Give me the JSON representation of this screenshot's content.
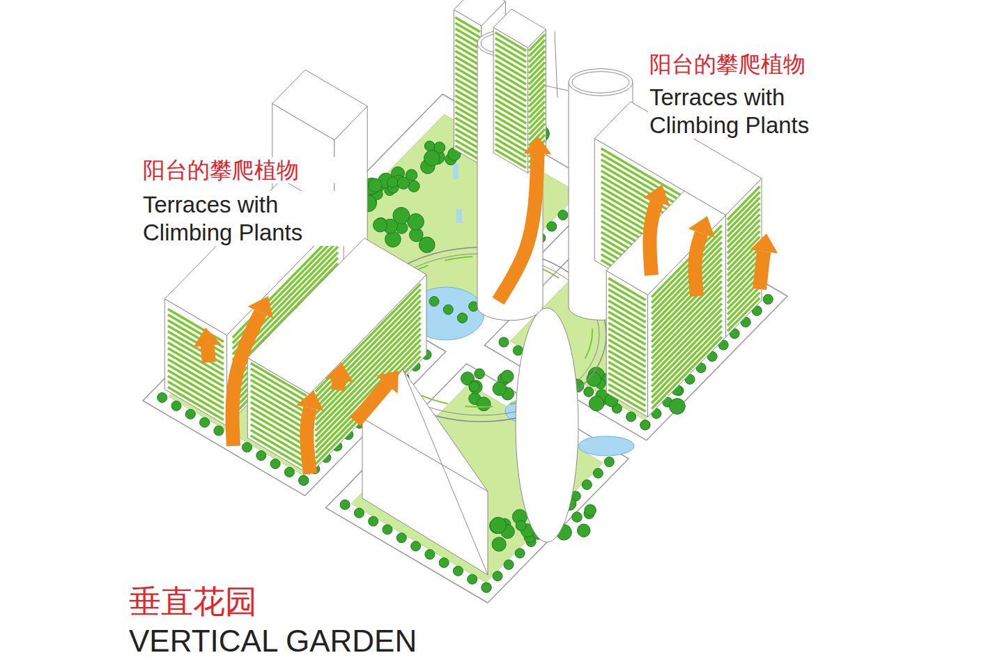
{
  "diagram": {
    "labels": [
      "阳台的攀爬植物",
      "Terraces with Climbing Plants",
      "阳台的攀爬植物",
      "Terraces with Climbing Plants",
      "垂直花园",
      "VERTICAL GARDEN"
    ]
  }
}
